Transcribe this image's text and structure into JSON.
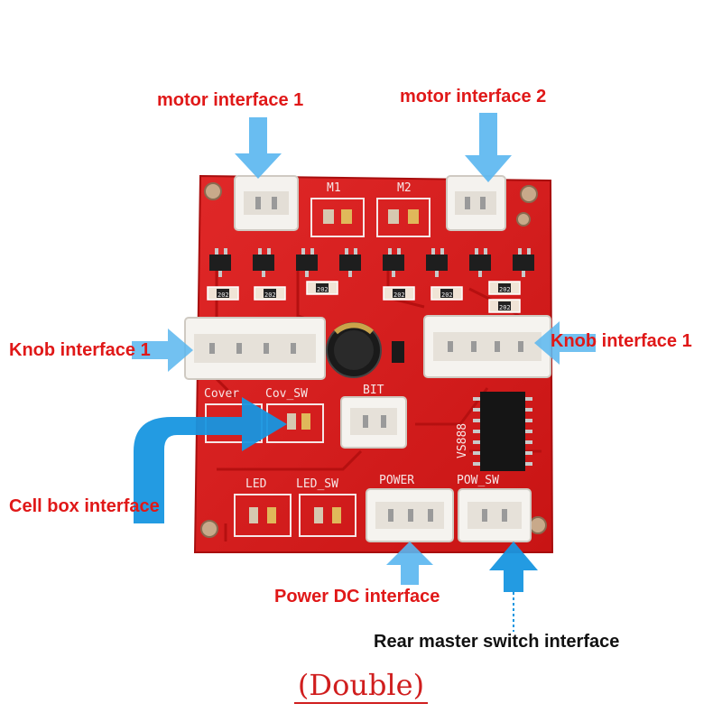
{
  "colors": {
    "label": "#e01818",
    "arrow": "#59b6ef",
    "arrow_dark": "#1796e0",
    "board": "#d71d1d"
  },
  "labels": {
    "motor1": "motor interface 1",
    "motor2": "motor interface 2",
    "knob_left": "Knob interface 1",
    "knob_right": "Knob interface 1",
    "cell_box": "Cell box interface",
    "power_dc": "Power DC interface",
    "rear_switch": "Rear master switch interface"
  },
  "silkscreen": {
    "m1": "M1",
    "m2": "M2",
    "cover": "Cover",
    "cov_sw": "Cov_SW",
    "bit": "BIT",
    "chip": "VS888",
    "led": "LED",
    "led_sw": "LED_SW",
    "power": "POWER",
    "pow_sw": "POW_SW",
    "resistor": "202"
  },
  "caption": "(Double)"
}
